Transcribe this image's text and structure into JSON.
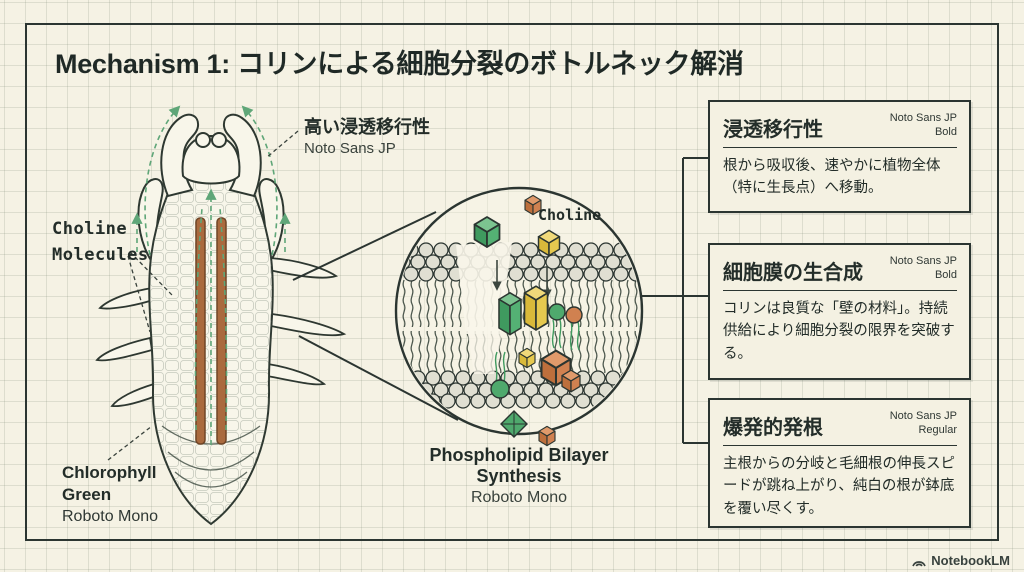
{
  "title": "Mechanism 1: コリンによる細胞分裂のボトルネック解消",
  "left_diagram": {
    "choline_label": {
      "line1": "Choline",
      "line2": "Molecules"
    },
    "permeability_label": {
      "jp": "高い浸透移行性",
      "font_note": "Noto Sans JP"
    },
    "chlorophyll_label": {
      "line1": "Chlorophyll",
      "line2": "Green",
      "font_note": "Roboto Mono"
    }
  },
  "magnifier": {
    "molecule_label": "Choline",
    "caption": "Phospholipid Bilayer Synthesis",
    "caption_font_note": "Roboto Mono"
  },
  "info_boxes": [
    {
      "title": "浸透移行性",
      "font_note": "Noto Sans JP Bold",
      "body": "根から吸収後、速やかに植物全体（特に生長点）へ移動。"
    },
    {
      "title": "細胞膜の生合成",
      "font_note": "Noto Sans JP Bold",
      "body": "コリンは良質な「壁の材料」。持続供給により細胞分裂の限界を突破する。"
    },
    {
      "title": "爆発的発根",
      "font_note": "Noto Sans JP Regular",
      "body": "主根からの分岐と毛細根の伸長スピードが跳ね上がり、純白の根が鉢底を覆い尽くす。"
    }
  ],
  "footer": {
    "brand": "NotebookLM"
  },
  "colors": {
    "background": "#f5f2e4",
    "ink": "#2b3531",
    "green": "#4fa96d",
    "yellow": "#e6c94f",
    "orange": "#d08150",
    "root_core_brown": "#aa6a3e",
    "arrow_green": "#5fa678"
  }
}
